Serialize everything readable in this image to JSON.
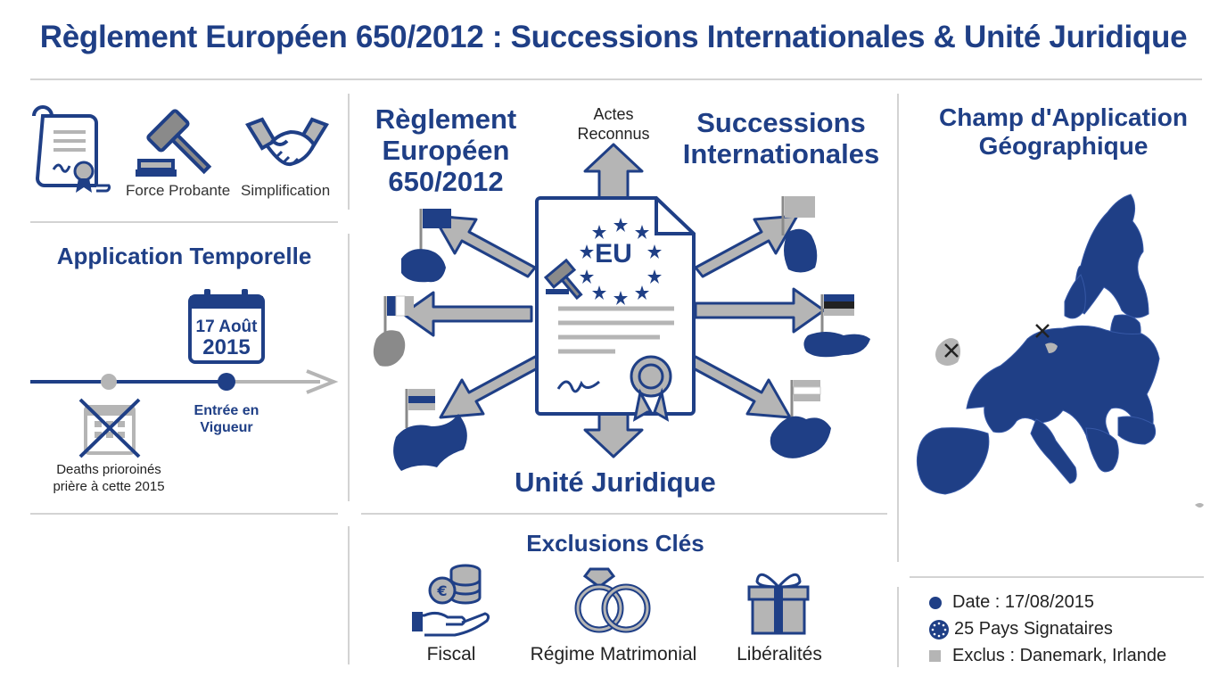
{
  "title": "Règlement Européen 650/2012 : Successions Internationales & Unité Juridique",
  "top_icons": {
    "force_probante": "Force Probante",
    "simplification": "Simplification"
  },
  "temporal": {
    "heading": "Application Temporelle",
    "calendar_day": "17 Août",
    "calendar_year": "2015",
    "entry_label_line1": "Entrée en",
    "entry_label_line2": "Vigueur",
    "prior_line1": "Deaths prioroinés",
    "prior_line2": "prière à cette 2015"
  },
  "center": {
    "left_heading_line1": "Règlement",
    "left_heading_line2": "Européen",
    "left_heading_line3": "650/2012",
    "top_label_line1": "Actes",
    "top_label_line2": "Reconnus",
    "right_heading_line1": "Successions",
    "right_heading_line2": "Internationales",
    "bottom_heading": "Unité Juridique",
    "doc_badge": "EU"
  },
  "exclusions": {
    "heading": "Exclusions Clés",
    "items": [
      "Fiscal",
      "Régime Matrimonial",
      "Libéralités"
    ]
  },
  "map": {
    "heading_line1": "Champ d'Application",
    "heading_line2": "Géographique"
  },
  "legend": {
    "date": "Date : 17/08/2015",
    "signatories": "25 Pays Signataires",
    "excluded": "Exclus : Danemark, Irlande"
  },
  "colors": {
    "navy": "#1f3f86",
    "gray": "#b5b5b5",
    "dark_gray": "#8a8a8a"
  }
}
